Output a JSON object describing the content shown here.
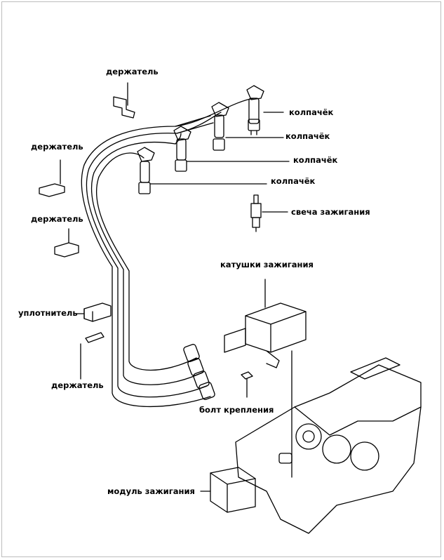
{
  "labels": {
    "holder_top": "держатель",
    "holder_left": "держатель",
    "holder_mid": "держатель",
    "holder_bottom": "держатель",
    "cap_1": "колпачёк",
    "cap_2": "колпачёк",
    "cap_3": "колпачёк",
    "cap_4": "колпачёк",
    "spark_plug": "свеча зажигания",
    "ignition_coils": "катушки зажигания",
    "seal": "уплотнитель",
    "mounting_bolt": "болт крепления",
    "ignition_module": "модуль зажигания"
  },
  "colors": {
    "line": "#000000",
    "background": "#ffffff",
    "frame": "#bdbdbd"
  }
}
